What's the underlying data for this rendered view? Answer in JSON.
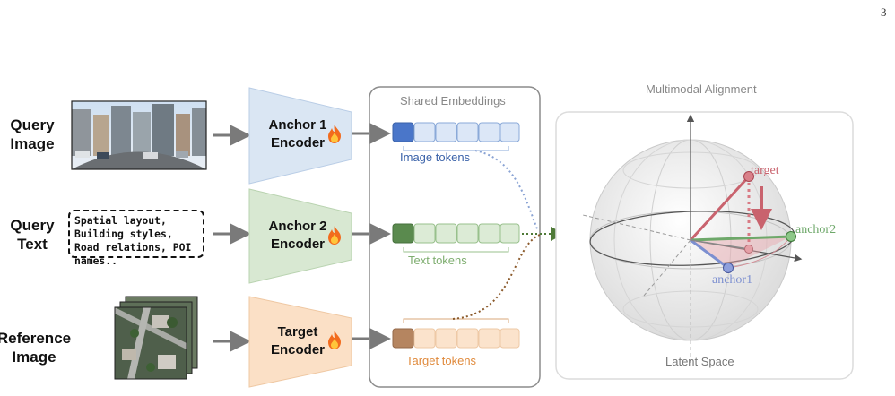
{
  "page_number": "3",
  "inputs": {
    "query_image_label": "Query\nImage",
    "query_text_label": "Query\nText",
    "query_text_content": "Spatial layout, Building styles, Road relations, POI names..",
    "reference_image_label": "Reference\nImage"
  },
  "encoders": {
    "anchor1": "Anchor 1\nEncoder",
    "anchor2": "Anchor 2\nEncoder",
    "target": "Target\nEncoder"
  },
  "shared_embeddings": {
    "title": "Shared Embeddings",
    "image_tokens": "Image tokens",
    "text_tokens": "Text tokens",
    "target_tokens": "Target tokens"
  },
  "alignment": {
    "title": "Multimodal Alignment",
    "subtitle": "Latent Space",
    "target_label": "target",
    "anchor1_label": "anchor1",
    "anchor2_label": "anchor2"
  },
  "colors": {
    "image_blue": "#4a76c9",
    "image_blue_light": "#dce7f7",
    "text_green": "#5a8a4e",
    "text_green_light": "#dcebd6",
    "target_orange": "#b58560",
    "target_orange_light": "#fbe3cc",
    "encoder_blue": "#dae6f3",
    "encoder_green": "#d8e8d2",
    "encoder_orange": "#fbe0c6",
    "target_red": "#c9636e",
    "anchor1_blue": "#7c8fd0",
    "anchor2_green": "#6ea86a"
  },
  "icons": [
    "fire-icon"
  ]
}
